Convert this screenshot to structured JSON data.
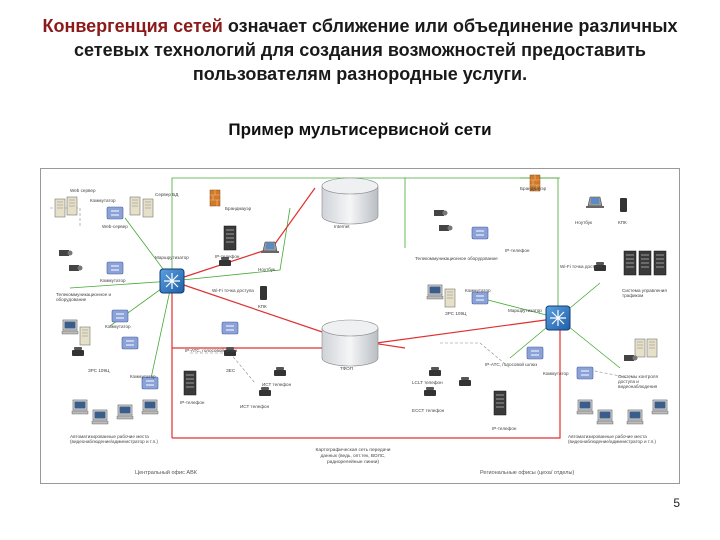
{
  "intro": {
    "highlight": "Конвергенция сетей",
    "rest": " означает сближение или объединение различных сетевых технологий для создания возможностей предоставить пользователям разнородные услуги."
  },
  "subtitle": "Пример мультисервисной сети",
  "page_number": "5",
  "colors": {
    "accent_text": "#8b1a1a",
    "core_link": "#e03030",
    "net_link": "#44aa33"
  },
  "diagram": {
    "left_labels": [
      "Web сервер",
      "Сервер БД",
      "Коммутатор",
      "Web-сервер",
      "Брандмауэр",
      "Маршрутизатор",
      "IP-телефон",
      "Ноутбук",
      "Коммутатор",
      "Телекоммуникационное и оборудование",
      "Коммутатор",
      "ЗРС 109Ц",
      "Коммутатор",
      "Wi-Fi точка доступа",
      "КПК",
      "IP-АТС, голосовой шлюз",
      "IP-телефон",
      "ЗЕС",
      "ИСТ телефон",
      "ИСТ телефон"
    ],
    "center_labels": [
      "Internet",
      "ТФОП"
    ],
    "right_labels": [
      "Брандмауэр",
      "Ноутбук",
      "КПК",
      "IP-телефон",
      "Телекоммуникационное оборудование",
      "Wi-Fi точка доступа",
      "Система управления трафиком",
      "Коммутатор",
      "ЗРС 109Ц",
      "Маршрутизатор",
      "IP-АТС, голосовой шлюз",
      "Коммутатор",
      "Системы контроля доступа и видеонаблюдения",
      "LCLT телефон",
      "ЕССТ телефон",
      "IP-телефон"
    ],
    "bottom": {
      "left_workstations": "Автоматизированные рабочие места (видеонаблюдение/администратор и т.п.)",
      "right_workstations": "Автоматизированные рабочие места (видеонаблюдение/администратор и т.п.)",
      "left_zone": "Центральный офис АВК",
      "center_note": "Картографическая сеть передачи данных (ведь, опт.тек, ВОЛС, радиорелейные линии)",
      "right_zone": "Региональные офисы (цеха/ отделы)"
    }
  }
}
